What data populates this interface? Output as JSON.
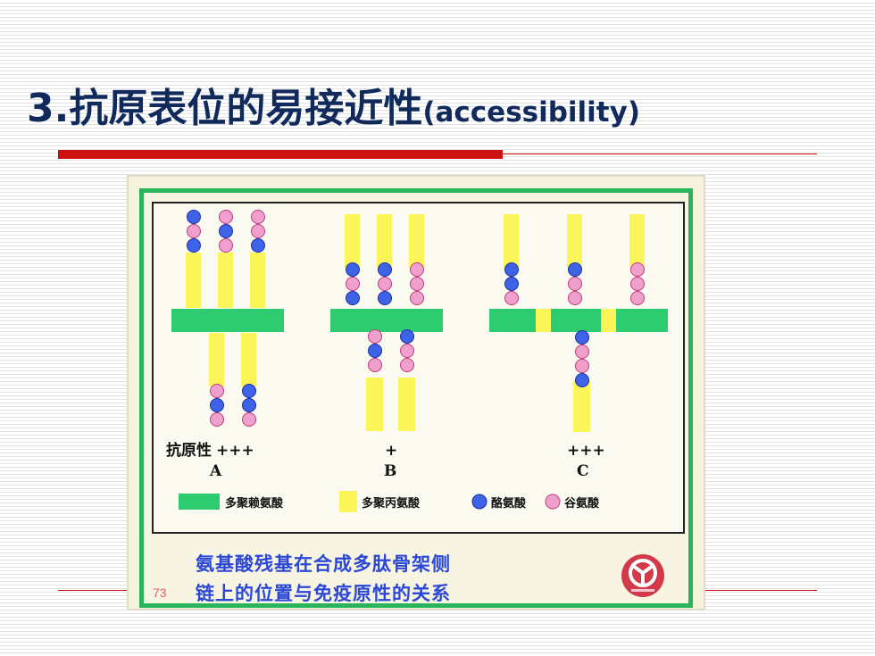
{
  "slide": {
    "title_cn": "3.抗原表位的易接近性",
    "title_en": "(accessibility)"
  },
  "figure": {
    "antigenicity_label": "抗原性",
    "groups": [
      {
        "letter": "A",
        "level": "+++"
      },
      {
        "letter": "B",
        "level": "+"
      },
      {
        "letter": "C",
        "level": "+++"
      }
    ],
    "legend": [
      {
        "label": "多聚赖氨酸",
        "swatch": "green-bar"
      },
      {
        "label": "多聚丙氨酸",
        "swatch": "yellow-bar"
      },
      {
        "label": "酪氨酸",
        "swatch": "blue-circle"
      },
      {
        "label": "谷氨酸",
        "swatch": "pink-circle"
      }
    ],
    "caption_line1": "氨基酸残基在合成多肽骨架侧",
    "caption_line2": "链上的位置与免疫原性的关系",
    "page_number": "73",
    "colors": {
      "backbone_green": "#2ecc71",
      "side_chain_yellow": "#fbf55a",
      "tyrosine_blue": "#3f63e6",
      "glutamate_pink": "#f0a0cc",
      "frame_green": "#2ab35a",
      "title_navy": "#102a5c",
      "accent_red": "#cc1111",
      "caption_blue": "#2a47d6"
    }
  }
}
